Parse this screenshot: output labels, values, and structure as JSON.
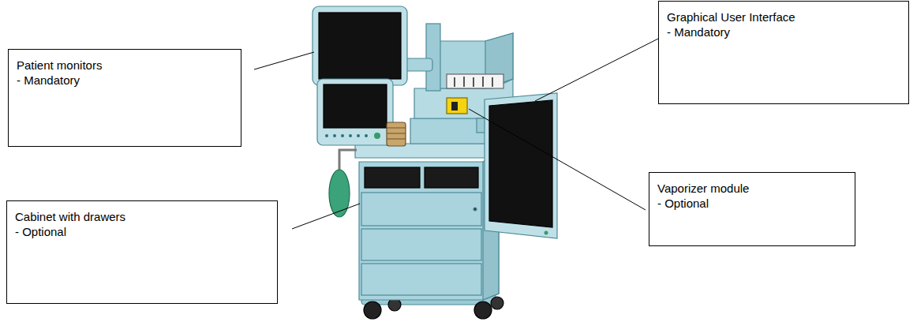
{
  "diagram": {
    "nodes": [
      {
        "text": [
          "Patient monitors",
          "- Mandatory"
        ]
      },
      {
        "text": [
          "Graphical User Interface",
          "- Mandatory"
        ]
      },
      {
        "text": [
          "Vaporizer module",
          "- Optional"
        ]
      },
      {
        "text": [
          "Cabinet with drawers",
          "- Optional"
        ]
      }
    ]
  }
}
